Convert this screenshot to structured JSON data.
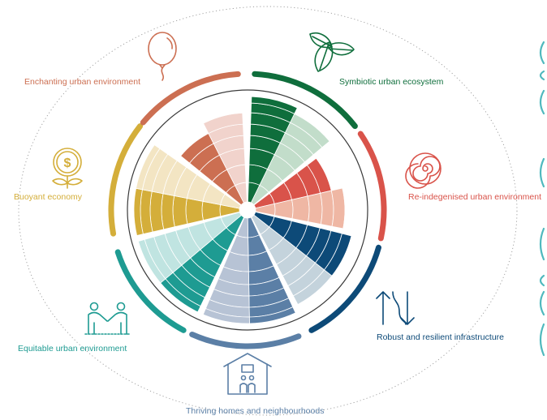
{
  "colors": {
    "symbiotic": "#0f6e3c",
    "reindigenised": "#d9534a",
    "robust": "#0d4a78",
    "thriving": "#5b7fa6",
    "equitable": "#1e9b92",
    "buoyant": "#d4ae3a",
    "enchanting": "#cc6f52",
    "edge_stripes": "#4fb9be"
  },
  "categories": [
    {
      "key": "symbiotic",
      "label": "Symbiotic urban ecosystem",
      "icon": "leaves-icon",
      "color": "#0f6e3c",
      "light": "#c2ddca"
    },
    {
      "key": "reindigenised",
      "label": "Re-indegenised urban environment",
      "icon": "spiral-icon",
      "color": "#d9534a",
      "light": "#efb7a4"
    },
    {
      "key": "robust",
      "label": "Robust and resilient infrastructure",
      "icon": "arrows-cycle-icon",
      "color": "#0d4a78",
      "light": "#c4d3dc"
    },
    {
      "key": "thriving",
      "label": "Thriving homes and neighbourhoods",
      "icon": "house-family-icon",
      "color": "#5b7fa6",
      "light": "#b7c3d5"
    },
    {
      "key": "equitable",
      "label": "Equitable urban environment",
      "icon": "people-handshake-icon",
      "color": "#1e9b92",
      "light": "#c0e4e1"
    },
    {
      "key": "buoyant",
      "label": "Buoyant economy",
      "icon": "money-plant-icon",
      "color": "#d4ae3a",
      "light": "#f3e5c3"
    },
    {
      "key": "enchanting",
      "label": "Enchanting urban environment",
      "icon": "balloon-icon",
      "color": "#cc6f52",
      "light": "#f1d3cc"
    }
  ]
}
